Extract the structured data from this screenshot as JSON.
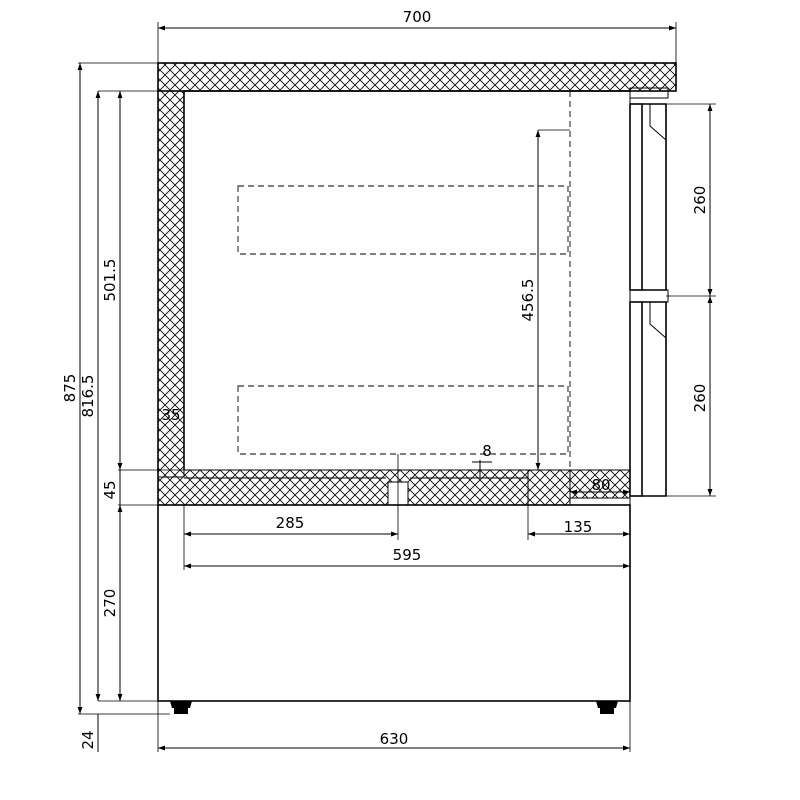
{
  "diagram": {
    "view": "side section",
    "colors": {
      "line": "#000000",
      "background": "#ffffff"
    },
    "dimensions": {
      "overall_width": "700",
      "total_height": "875",
      "body_height": "816.5",
      "interior_height": "501.5",
      "base_section_height": "270",
      "floor_insulation_height": "45",
      "feet_height": "24",
      "wall_thickness": "35",
      "interior_depth": "595",
      "partial_depth": "285",
      "front_section": "135",
      "front_insulation": "80",
      "small_gap": "8",
      "drawer_opening_height": "456.5",
      "upper_drawer_height": "260",
      "lower_drawer_height": "260",
      "base_width": "630"
    }
  }
}
